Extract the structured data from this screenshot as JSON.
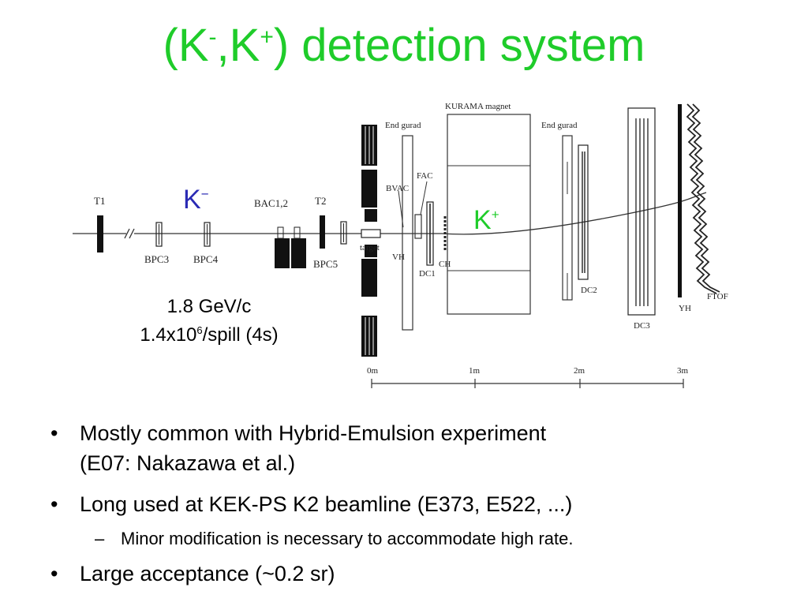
{
  "title": {
    "base": "(K",
    "sup1": "-",
    "mid": ",K",
    "sup2": "+",
    "end": ") detection system"
  },
  "diagram": {
    "labels": {
      "t1": "T1",
      "bpc3": "BPC3",
      "bpc4": "BPC4",
      "bac": "BAC1,2",
      "t2": "T2",
      "bpc5": "BPC5",
      "target": "target",
      "end_guard_1": "End gurad",
      "end_guard_2": "End gurad",
      "bvac": "BVAC",
      "fac": "FAC",
      "vh": "VH",
      "ch": "CH",
      "dc1": "DC1",
      "kurama": "KURAMA magnet",
      "dc2": "DC2",
      "dc3": "DC3",
      "yh": "YH",
      "ftof": "FTOF",
      "scale_0": "0m",
      "scale_1": "1m",
      "scale_2": "2m",
      "scale_3": "3m"
    },
    "beam_labels": {
      "kminus_base": "K",
      "kminus_sup": "−",
      "kplus_base": "K",
      "kplus_sup": "+"
    },
    "beam_info": {
      "momentum": "1.8 GeV/c",
      "rate_base": "1.4x10",
      "rate_sup": "6",
      "rate_end": "/spill (4s)"
    }
  },
  "bullets": [
    {
      "text": "Mostly common with Hybrid-Emulsion experiment"
    },
    {
      "text": "(E07: Nakazawa et al.)"
    },
    {
      "text": "Long used at KEK-PS K2 beamline (E373, E522, ...)"
    },
    {
      "text": "Minor modification is necessary to accommodate high rate."
    },
    {
      "text": "Large acceptance (~0.2 sr)"
    }
  ],
  "bullet_symbols": {
    "dot": "•",
    "dash": "–"
  },
  "colors": {
    "title": "#1fcc2a",
    "kminus": "#2a2ab4",
    "kplus": "#1fcc2a"
  }
}
